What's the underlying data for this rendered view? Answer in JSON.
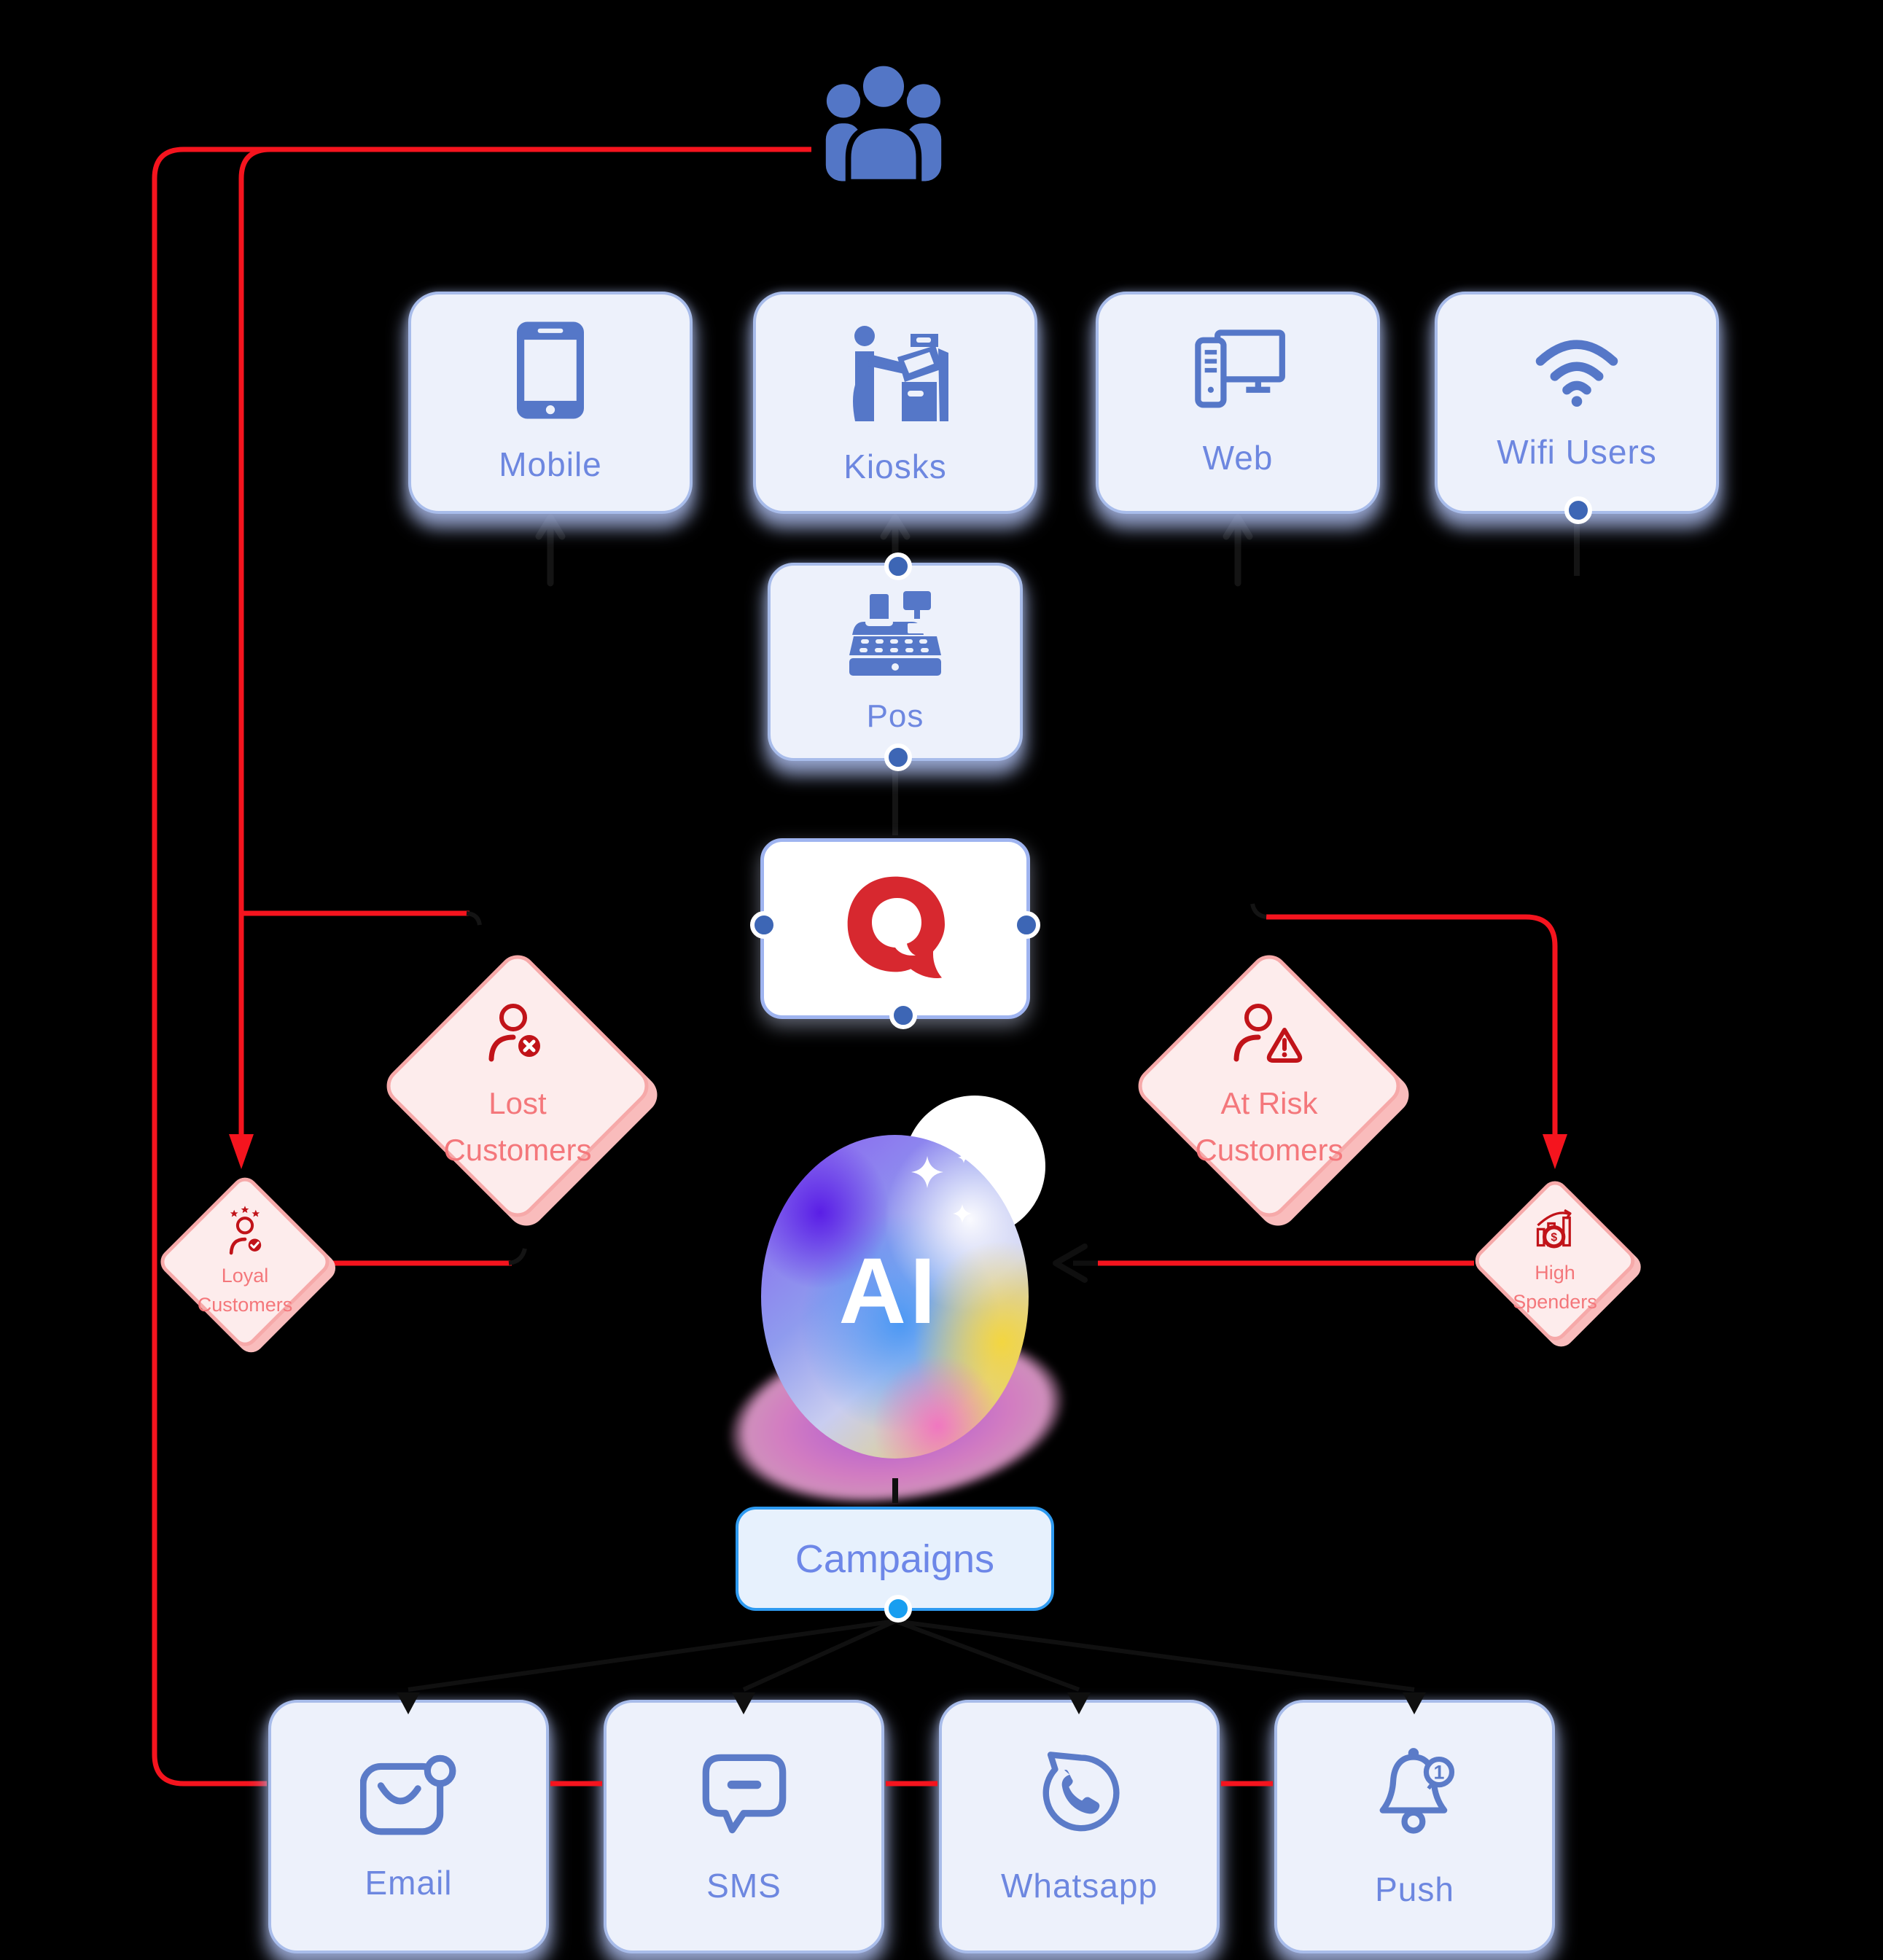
{
  "audience": {
    "icon": "people-group-icon"
  },
  "top_channels": [
    {
      "label": "Mobile",
      "icon": "smartphone-icon"
    },
    {
      "label": "Kiosks",
      "icon": "kiosk-icon"
    },
    {
      "label": "Web",
      "icon": "desktop-computer-icon"
    },
    {
      "label": "Wifi Users",
      "icon": "wifi-icon"
    }
  ],
  "pos": {
    "label": "Pos",
    "icon": "cash-register-icon"
  },
  "brand": {
    "logo_icon": "q-speech-bubble-logo"
  },
  "segments": {
    "lost": {
      "line1": "Lost",
      "line2": "Customers",
      "icon": "person-x-icon"
    },
    "at_risk": {
      "line1": "At Risk",
      "line2": "Customers",
      "icon": "person-warning-icon"
    },
    "loyal": {
      "line1": "Loyal",
      "line2": "Customers",
      "icon": "person-stars-icon"
    },
    "high": {
      "line1": "High",
      "line2": "Spenders",
      "icon": "chart-dollar-icon"
    }
  },
  "ai": {
    "label": "AI",
    "icon": "ai-gradient-orb"
  },
  "campaigns": {
    "label": "Campaigns"
  },
  "bottom_channels": [
    {
      "label": "Email",
      "icon": "email-icon"
    },
    {
      "label": "SMS",
      "icon": "sms-bubble-icon"
    },
    {
      "label": "Whatsapp",
      "icon": "whatsapp-icon"
    },
    {
      "label": "Push",
      "icon": "bell-icon",
      "badge": "1"
    }
  ],
  "colors": {
    "flow_red": "#F5141E",
    "node_blue_icon": "#5577C8",
    "node_label": "#6D87E0",
    "card_fill": "#EDF1FB",
    "card_border": "#A8BCEA",
    "diamond_fill": "#FDECEC",
    "diamond_border": "#F6A9A9",
    "diamond_text": "#F4777B",
    "diamond_icon": "#C11319",
    "logo_red": "#D7282F",
    "campaign_border": "#2E9AF0",
    "connector_dot": "#3D66B5",
    "campaign_dot": "#189EF0"
  }
}
